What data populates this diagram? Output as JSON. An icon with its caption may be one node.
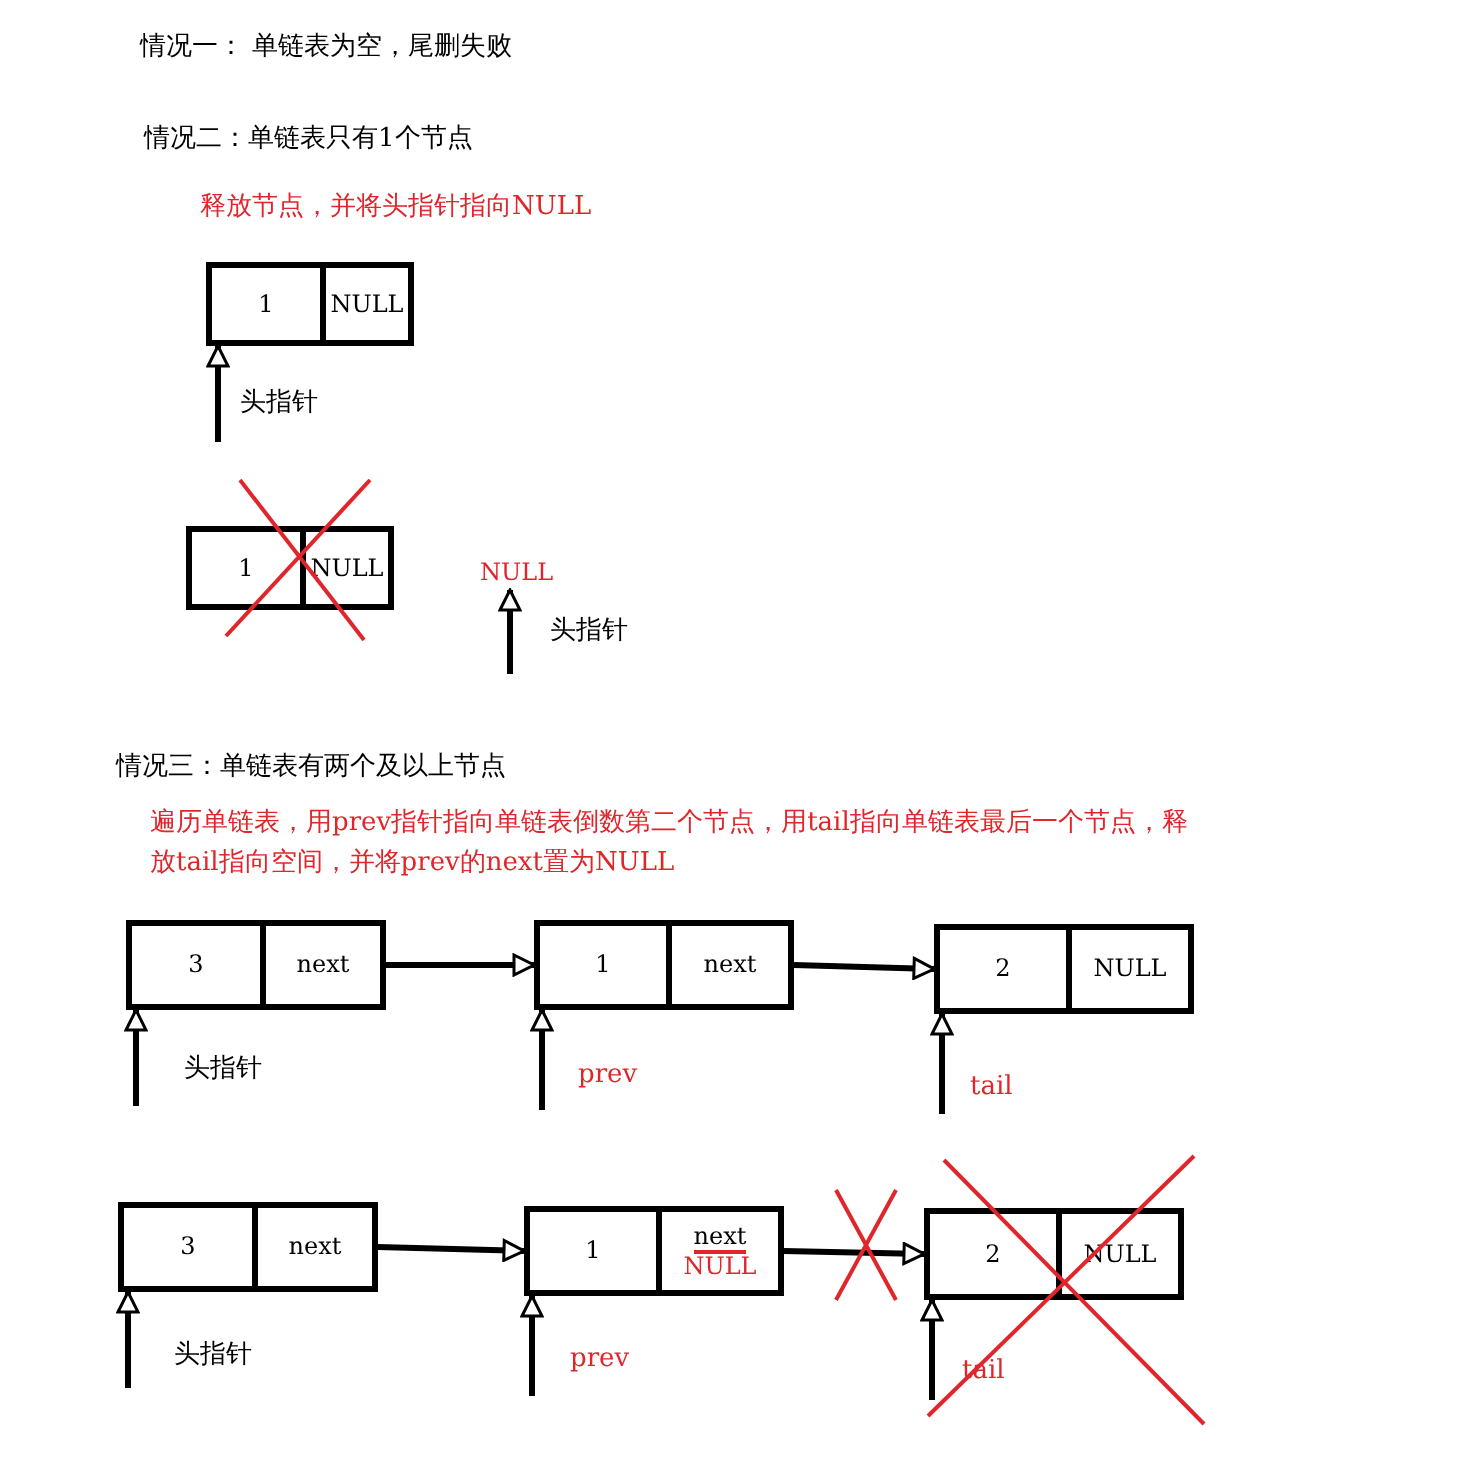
{
  "diagram": {
    "nodes": [
      {
        "text": [
          "1",
          "NULL"
        ]
      },
      {
        "text": [
          "1",
          "NULL"
        ]
      },
      {
        "text": [
          "NULL"
        ]
      },
      {
        "text": [
          "3",
          "next"
        ]
      },
      {
        "text": [
          "1",
          "next"
        ]
      },
      {
        "text": [
          "2",
          "NULL"
        ]
      },
      {
        "text": [
          "3",
          "next"
        ]
      },
      {
        "text": [
          "1",
          "next",
          "NULL"
        ]
      },
      {
        "text": [
          "2",
          "NULL"
        ]
      }
    ],
    "edges": [
      {
        "from": null,
        "to": 0,
        "arrow": "to",
        "label": "头指针"
      },
      {
        "from": null,
        "to": 2,
        "arrow": "to",
        "label": "头指针"
      },
      {
        "from": 3,
        "to": 4,
        "arrow": "to"
      },
      {
        "from": 4,
        "to": 5,
        "arrow": "to"
      },
      {
        "from": null,
        "to": 3,
        "arrow": "to",
        "label": "头指针"
      },
      {
        "from": null,
        "to": 4,
        "arrow": "to",
        "label": "prev"
      },
      {
        "from": null,
        "to": 5,
        "arrow": "to",
        "label": "tail"
      },
      {
        "from": 6,
        "to": 7,
        "arrow": "to"
      },
      {
        "from": 7,
        "to": 8,
        "arrow": "to"
      },
      {
        "from": null,
        "to": 6,
        "arrow": "to",
        "label": "头指针"
      },
      {
        "from": null,
        "to": 7,
        "arrow": "to",
        "label": "prev"
      },
      {
        "from": null,
        "to": 8,
        "arrow": "to",
        "label": "tail"
      }
    ],
    "labels": [
      "情况一： 单链表为空，尾删失败",
      "情况二：单链表只有1个节点",
      "释放节点，并将头指针指向NULL",
      "情况三：单链表有两个及以上节点",
      "遍历单链表，用prev指针指向单链表倒数第二个节点，用tail指向单链表最后一个节点，释放tail指向空间，并将prev的next置为NULL"
    ]
  }
}
